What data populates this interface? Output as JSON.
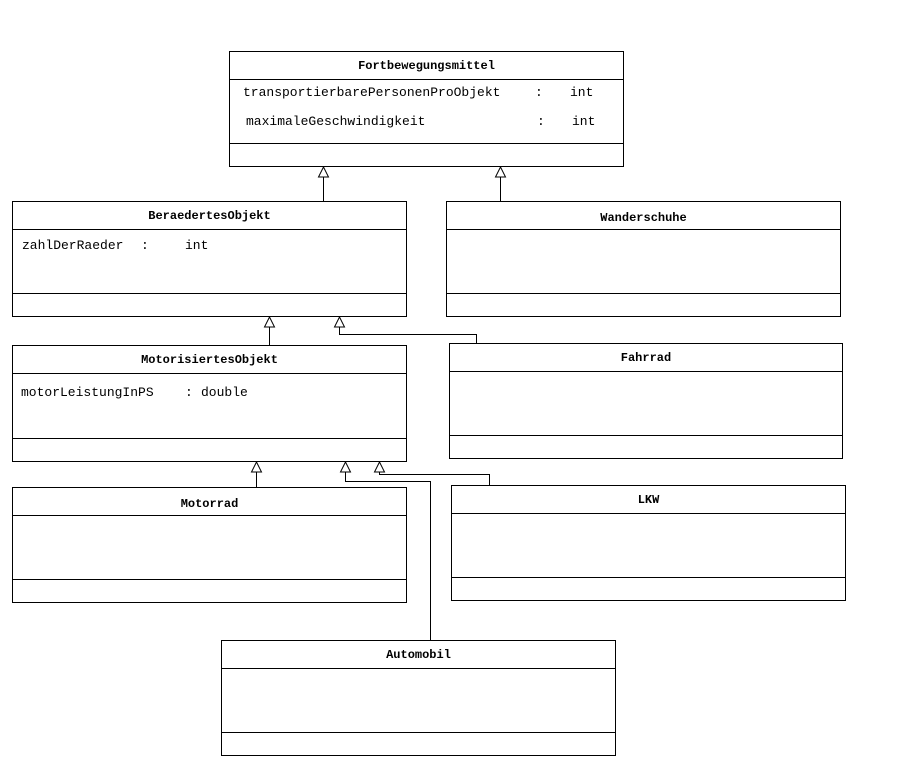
{
  "classes": {
    "fortbewegungsmittel": {
      "name": "Fortbewegungsmittel",
      "attributes": [
        {
          "name": "transportierbarePersonenProObjekt",
          "sep": ":",
          "type": "int"
        },
        {
          "name": "maximaleGeschwindigkeit",
          "sep": ":",
          "type": "int"
        }
      ]
    },
    "beraedertes_objekt": {
      "name": "BeraedertesObjekt",
      "attributes": [
        {
          "name": "zahlDerRaeder",
          "sep": ":",
          "type": "int"
        }
      ]
    },
    "wanderschuhe": {
      "name": "Wanderschuhe"
    },
    "motorisiertes_objekt": {
      "name": "MotorisiertesObjekt",
      "attributes": [
        {
          "name": "motorLeistungInPS",
          "sep": ":",
          "type": "double"
        }
      ]
    },
    "fahrrad": {
      "name": "Fahrrad"
    },
    "motorrad": {
      "name": "Motorrad"
    },
    "lkw": {
      "name": "LKW"
    },
    "automobil": {
      "name": "Automobil"
    }
  },
  "generalizations": [
    {
      "child": "BeraedertesObjekt",
      "parent": "Fortbewegungsmittel"
    },
    {
      "child": "Wanderschuhe",
      "parent": "Fortbewegungsmittel"
    },
    {
      "child": "MotorisiertesObjekt",
      "parent": "BeraedertesObjekt"
    },
    {
      "child": "Fahrrad",
      "parent": "BeraedertesObjekt"
    },
    {
      "child": "Motorrad",
      "parent": "MotorisiertesObjekt"
    },
    {
      "child": "Automobil",
      "parent": "MotorisiertesObjekt"
    },
    {
      "child": "LKW",
      "parent": "MotorisiertesObjekt"
    }
  ]
}
